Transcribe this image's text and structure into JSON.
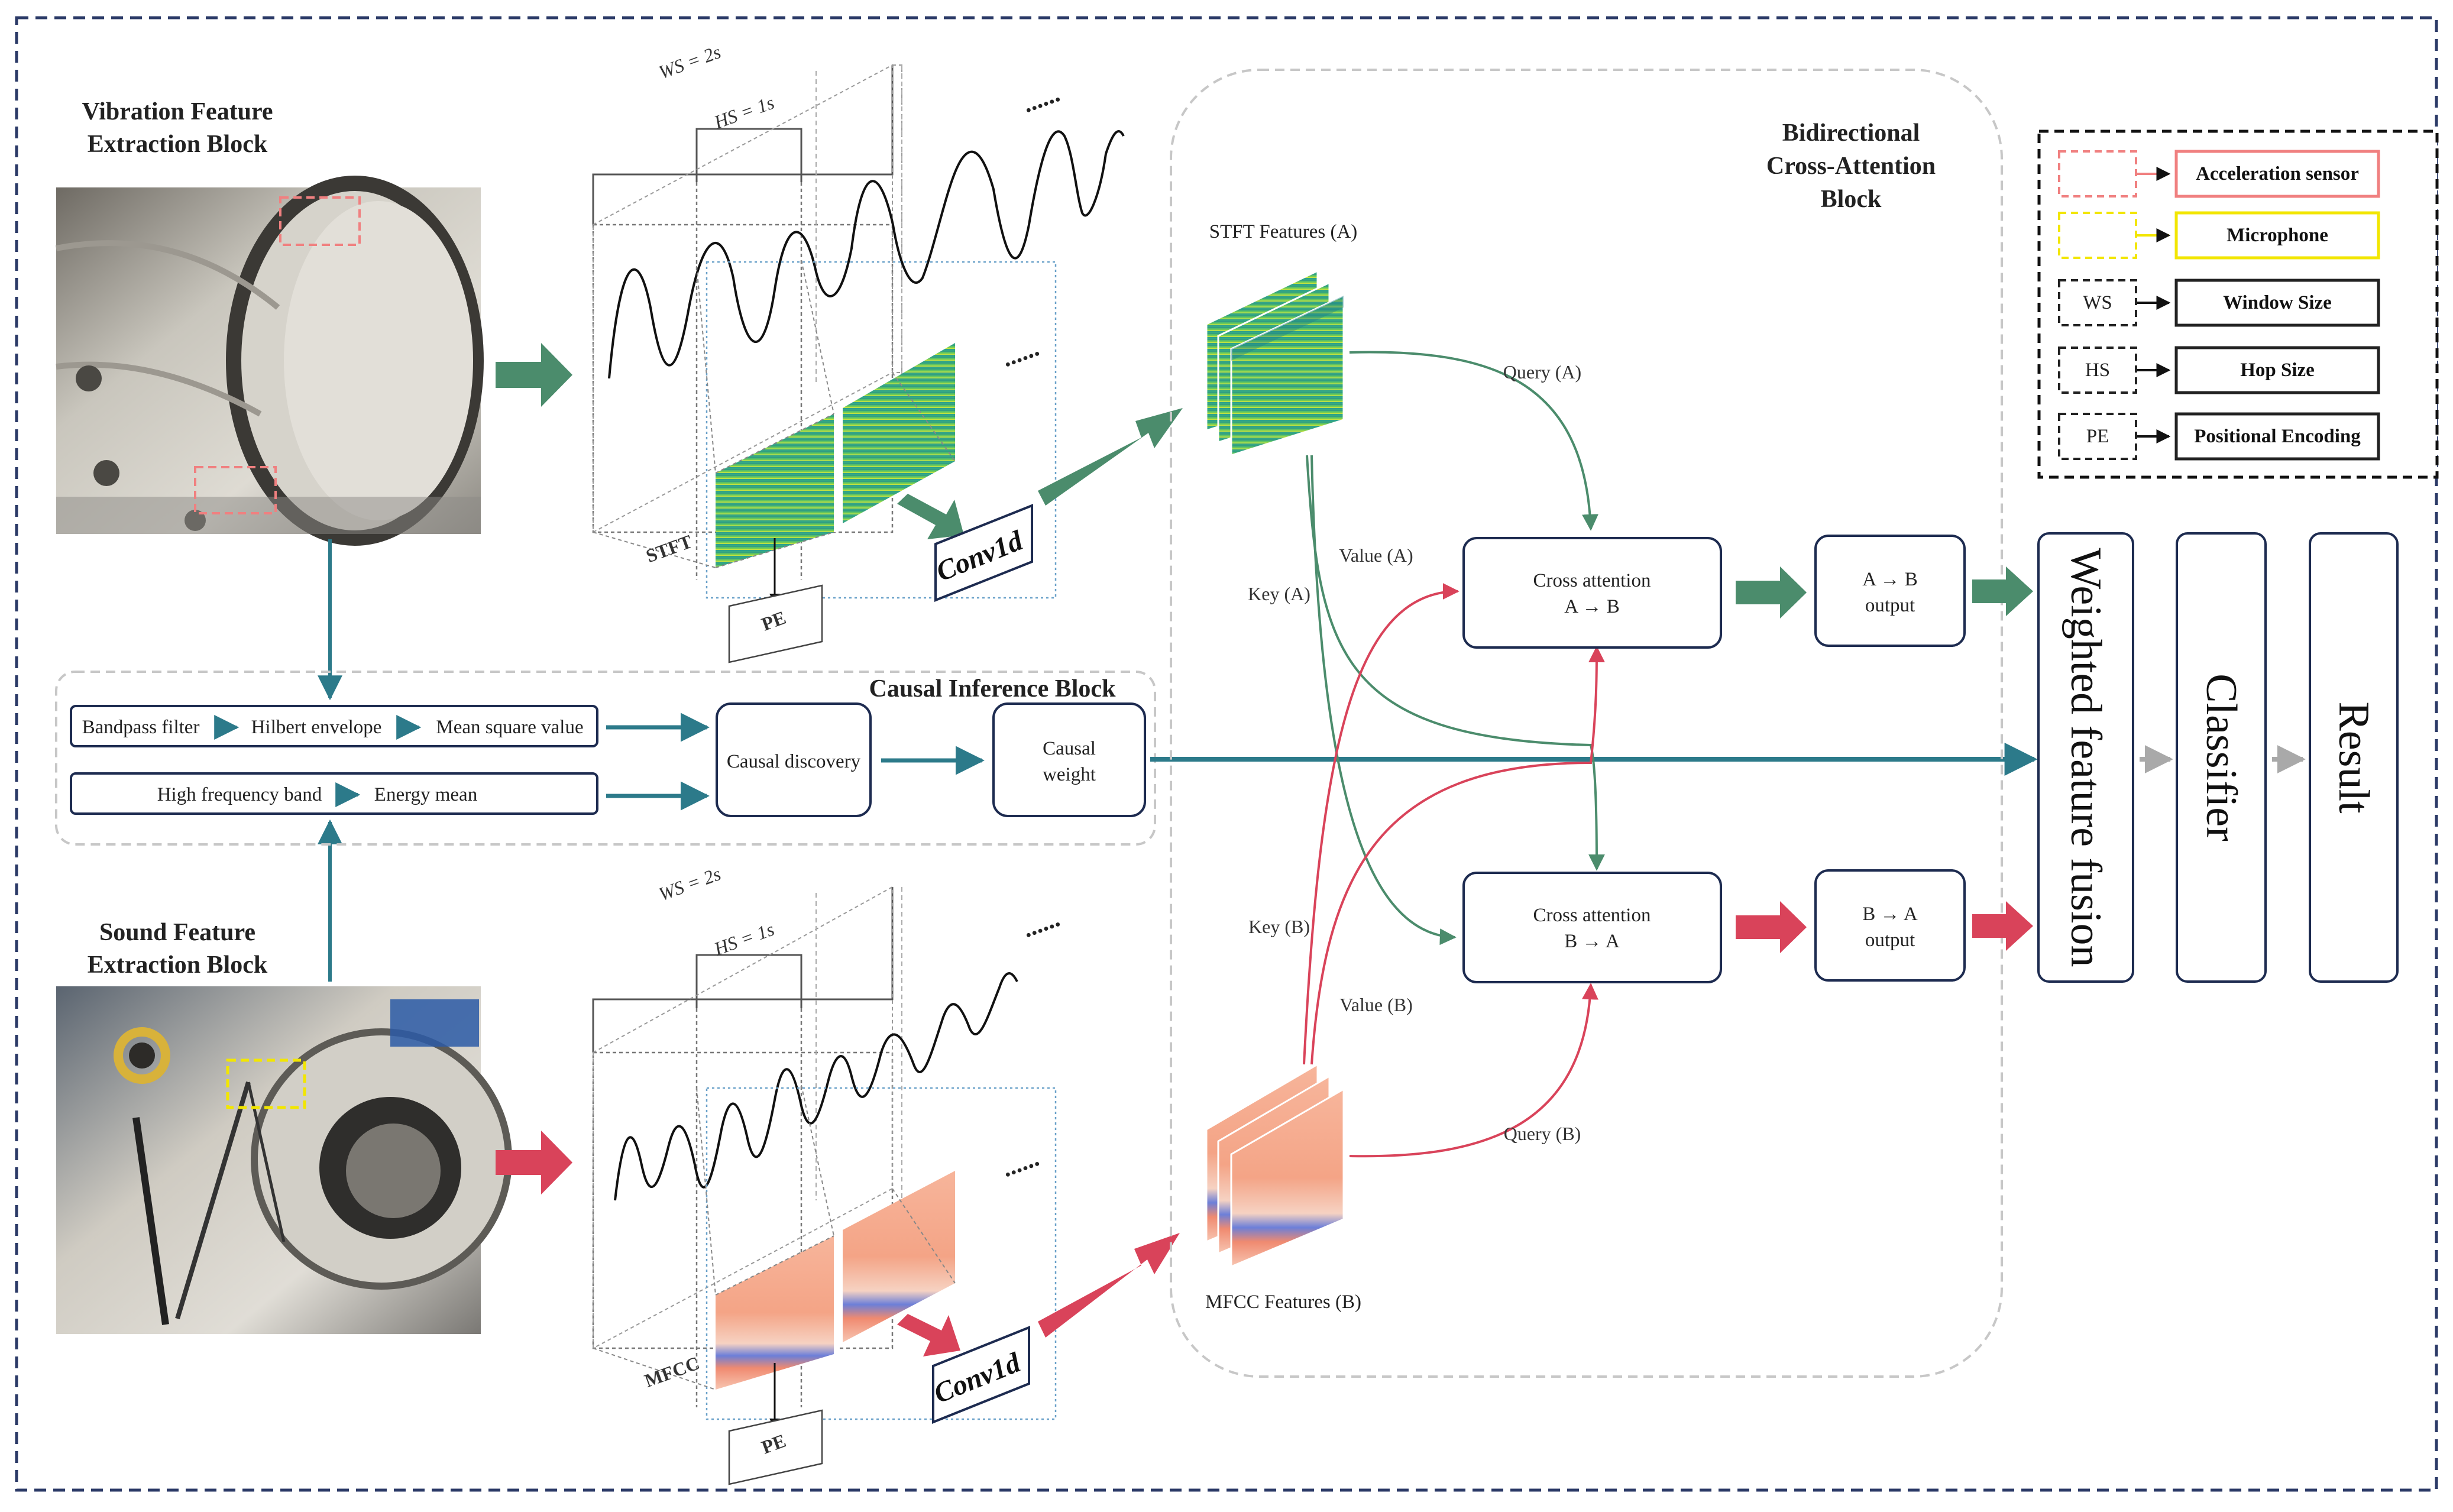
{
  "blocks": {
    "vibration_title": [
      "Vibration Feature",
      "Extraction Block"
    ],
    "sound_title": [
      "Sound Feature",
      "Extraction Block"
    ],
    "causal_title": "Causal Inference Block",
    "attention_title": [
      "Bidirectional",
      "Cross-Attention",
      "Block"
    ]
  },
  "windowing": {
    "ws_label": "WS = 2s",
    "hs_label": "HS = 1s",
    "ellipsis": "......",
    "stft_label": "STFT",
    "mfcc_label": "MFCC",
    "pe_label": "PE",
    "conv_label": "Conv1d"
  },
  "causal": {
    "row1": [
      "Bandpass filter",
      "Hilbert envelope",
      "Mean square value"
    ],
    "row2": [
      "High frequency band",
      "Energy mean"
    ],
    "discovery": "Causal discovery",
    "weight": [
      "Causal",
      "weight"
    ]
  },
  "features": {
    "stft": "STFT Features (A)",
    "mfcc": "MFCC Features (B)"
  },
  "attention": {
    "query_a": "Query (A)",
    "value_a": "Value (A)",
    "key_a": "Key (A)",
    "key_b": "Key (B)",
    "value_b": "Value (B)",
    "query_b": "Query (B)",
    "ab_box": [
      "Cross attention",
      "A → B"
    ],
    "ba_box": [
      "Cross attention",
      "B → A"
    ],
    "ab_out": [
      "A → B",
      "output"
    ],
    "ba_out": [
      "B → A",
      "output"
    ]
  },
  "fusion": {
    "weighted": "Weighted feature fusion",
    "classifier": "Classifier",
    "result": "Result"
  },
  "legend": {
    "items": [
      {
        "key": "",
        "label": "Acceleration sensor",
        "color": "#f08080"
      },
      {
        "key": "",
        "label": "Microphone",
        "color": "#f2e600"
      },
      {
        "key": "WS",
        "label": "Window Size",
        "color": "#222222"
      },
      {
        "key": "HS",
        "label": "Hop Size",
        "color": "#222222"
      },
      {
        "key": "PE",
        "label": "Positional Encoding",
        "color": "#222222"
      }
    ]
  },
  "colors": {
    "vibration": "#4b8c6c",
    "sound": "#d9435a",
    "causal": "#2c7a8a",
    "gray": "#a9a9a9"
  }
}
